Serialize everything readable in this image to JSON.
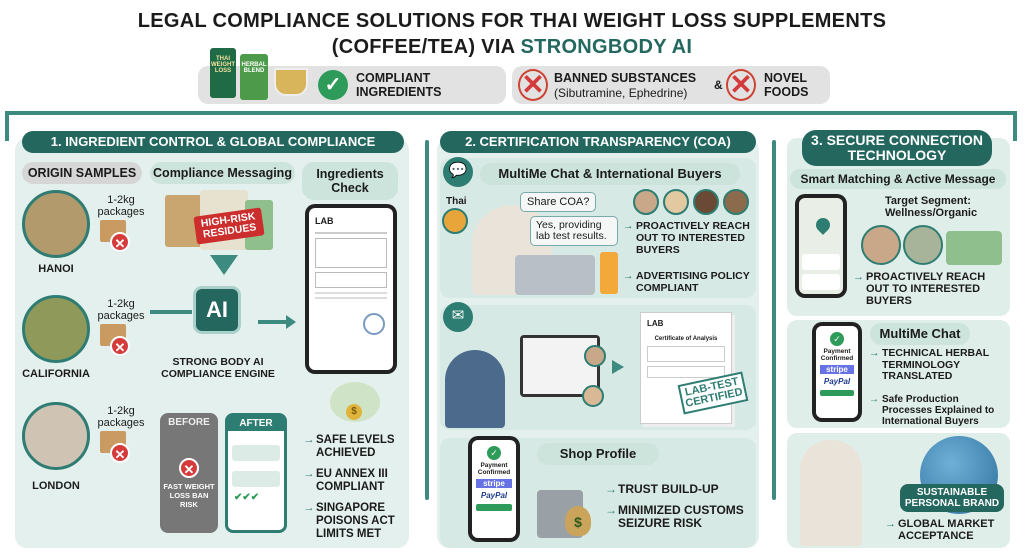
{
  "title": {
    "line1": "LEGAL COMPLIANCE SOLUTIONS FOR THAI WEIGHT LOSS SUPPLEMENTS",
    "line2_prefix": "(COFFEE/TEA) VIA ",
    "line2_brand": "STRONGBODY AI"
  },
  "banner": {
    "products": [
      "THAI WEIGHT LOSS",
      "HERBAL BLEND"
    ],
    "compliant": "COMPLIANT INGREDIENTS",
    "banned": "BANNED SUBSTANCES",
    "banned_examples": "(Sibutramine, Ephedrine)",
    "amp": "&",
    "novel": "NOVEL FOODS"
  },
  "section1": {
    "header": "1. INGREDIENT CONTROL & GLOBAL COMPLIANCE",
    "origin_samples": "ORIGIN SAMPLES",
    "compliance_messaging": "Compliance Messaging",
    "ingredients_check": "Ingredients Check",
    "package_label": "1-2kg packages",
    "origins": [
      "HANOI",
      "CALIFORNIA",
      "LONDON"
    ],
    "high_risk": "HIGH-RISK RESIDUES",
    "ai_chip": "AI",
    "engine": "STRONG BODY AI COMPLIANCE ENGINE",
    "lab": "LAB",
    "before": "BEFORE",
    "after": "AFTER",
    "ban_risk": "FAST WEIGHT LOSS BAN RISK",
    "bullets": [
      "SAFE LEVELS ACHIEVED",
      "EU ANNEX III COMPLIANT",
      "SINGAPORE POISONS ACT LIMITS MET"
    ]
  },
  "section2": {
    "header": "2. CERTIFICATION TRANSPARENCY (COA)",
    "chat_title": "MultiMe Chat & International Buyers",
    "thai": "Thai",
    "bubble1": "Share COA?",
    "bubble2": "Yes, providing lab test results.",
    "bullets_chat": [
      "PROACTIVELY REACH OUT TO INTERESTED BUYERS",
      "ADVERTISING POLICY COMPLIANT"
    ],
    "lab": "LAB",
    "coa_title": "Certificate of Analysis",
    "stamp": "LAB-TEST CERTIFIED",
    "shop_profile": "Shop Profile",
    "payment": "Payment Confirmed",
    "stripe": "stripe",
    "paypal": "PayPal",
    "bullets_shop": [
      "TRUST BUILD-UP",
      "MINIMIZED CUSTOMS SEIZURE RISK"
    ]
  },
  "section3": {
    "header": "3. SECURE CONNECTION TECHNOLOGY",
    "smart": "Smart Matching & Active Message",
    "target": "Target Segment: Wellness/Organic",
    "bullet_reach": "PROACTIVELY REACH OUT TO INTERESTED BUYERS",
    "multime": "MultiMe Chat",
    "payment": "Payment Confirmed",
    "stripe": "stripe",
    "paypal": "PayPal",
    "bullets_chat": [
      "TECHNICAL HERBAL TERMINOLOGY TRANSLATED",
      "Safe Production Processes Explained to International Buyers"
    ],
    "brand": "SUSTAINABLE PERSONAL BRAND",
    "bullet_global": "GLOBAL MARKET ACCEPTANCE"
  },
  "colors": {
    "teal": "#23675f",
    "panel": "#e4f0ed",
    "red": "#d43b3b",
    "green": "#2e9b5a"
  }
}
